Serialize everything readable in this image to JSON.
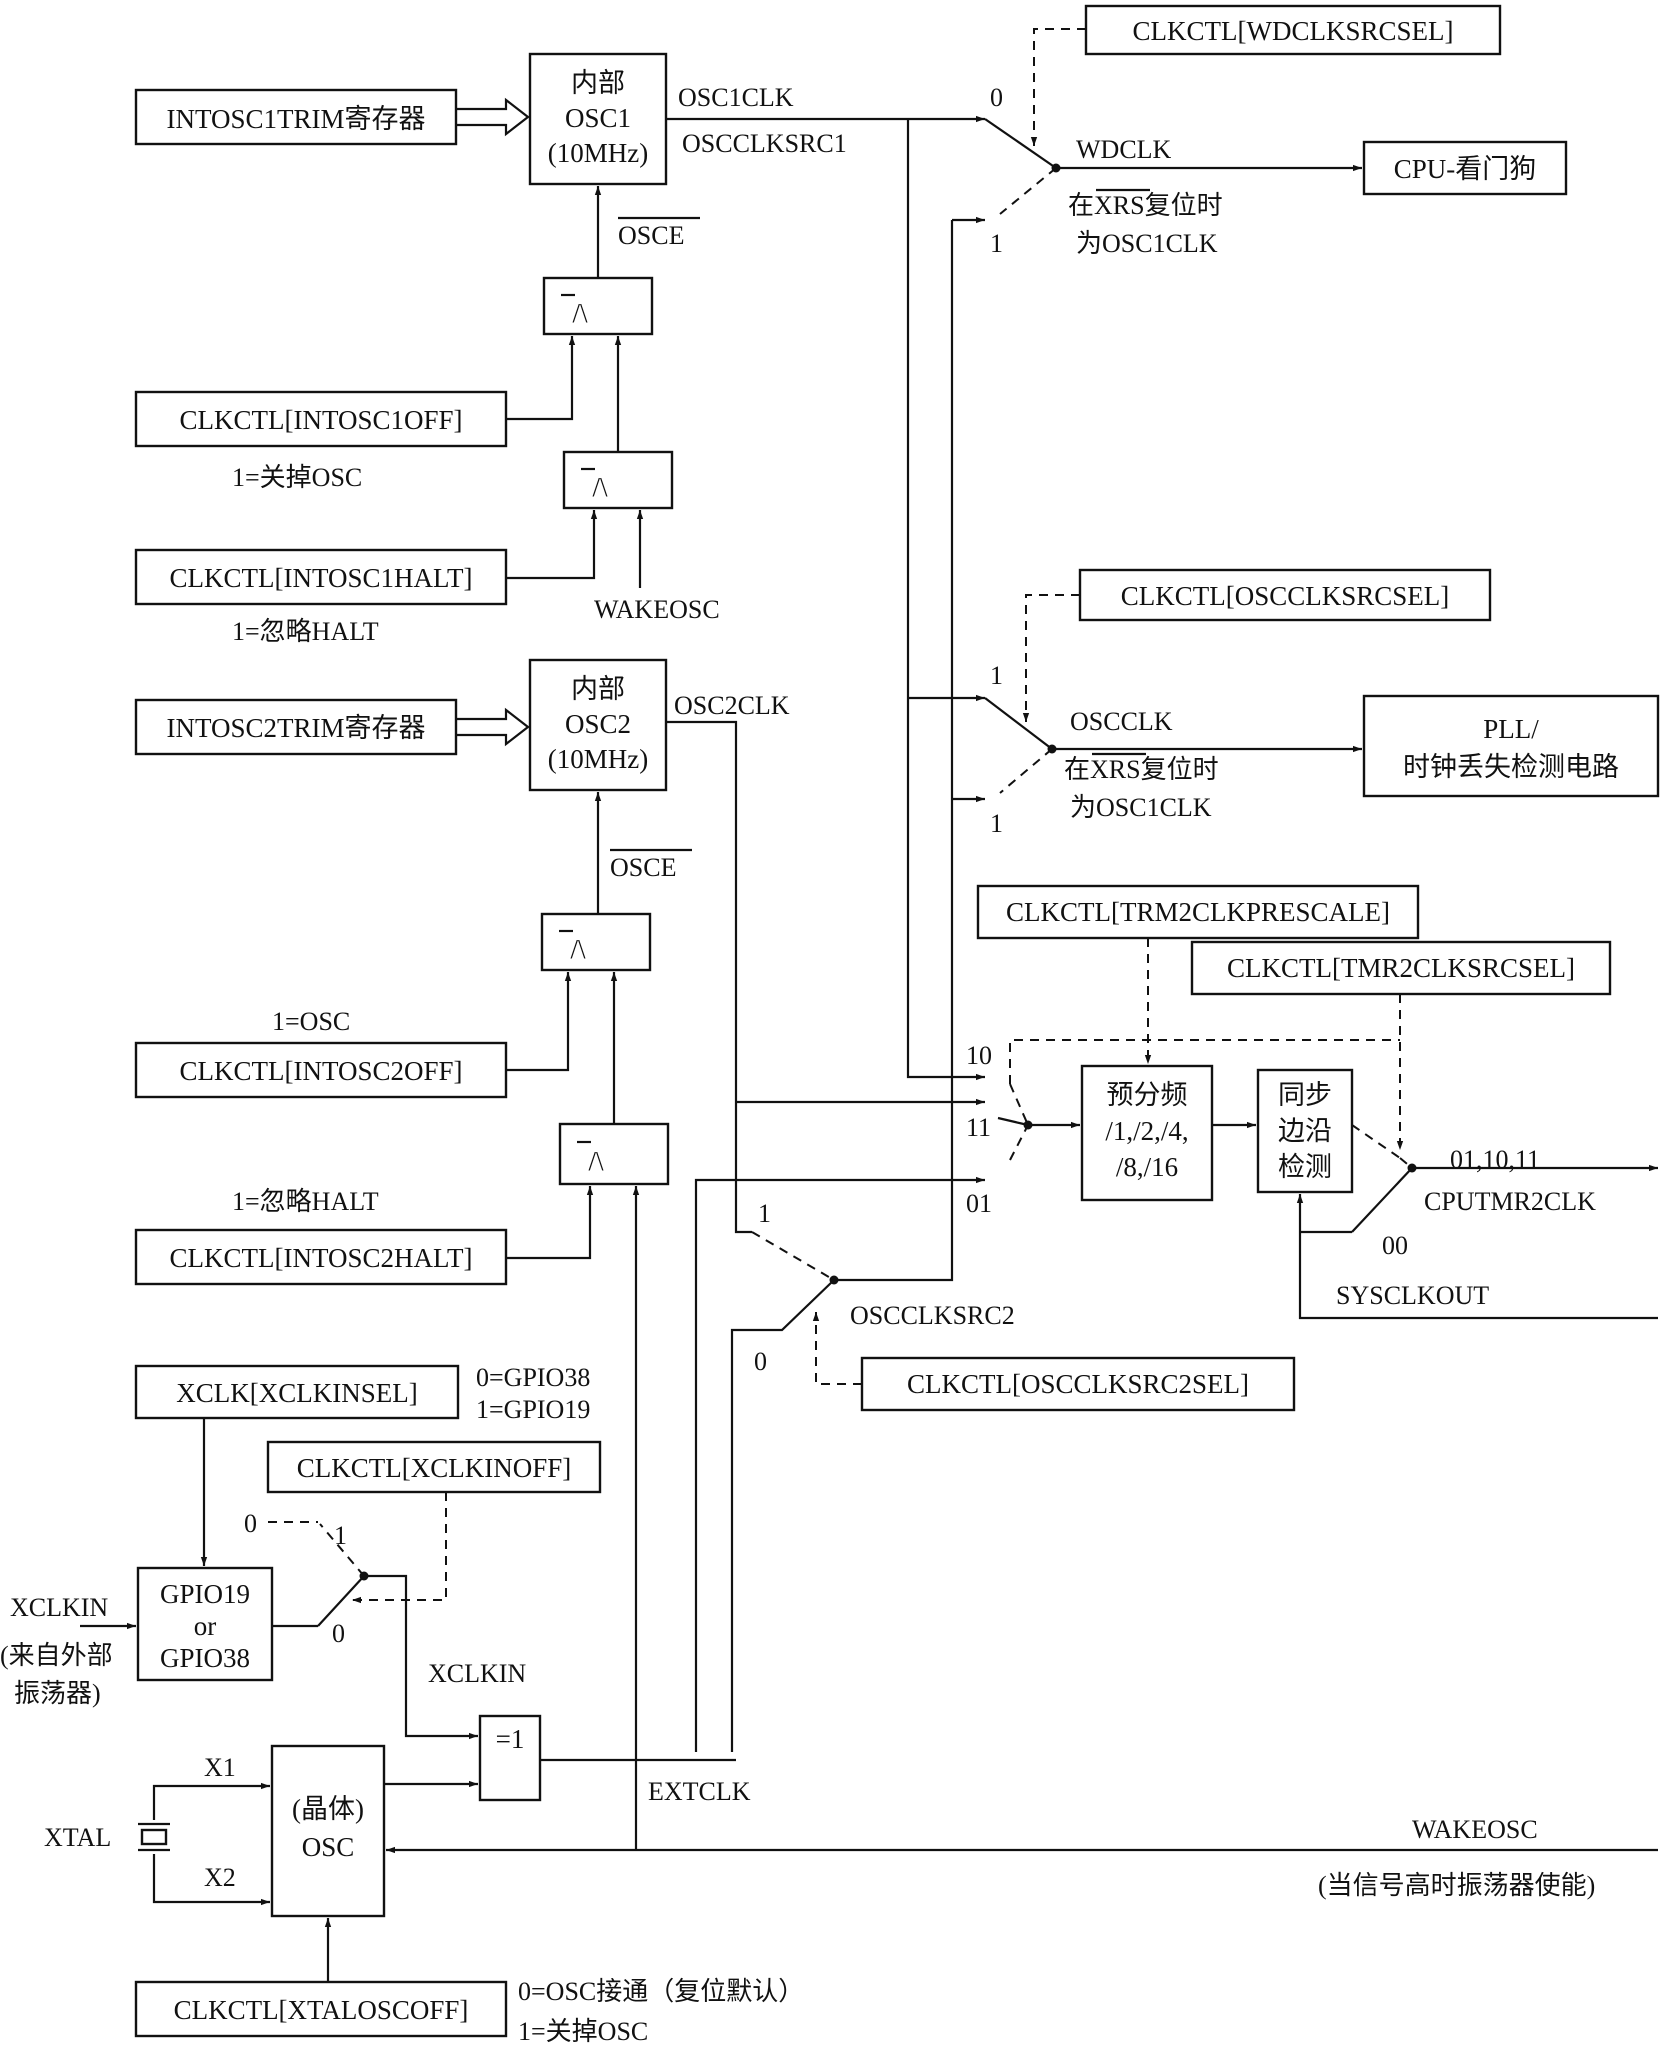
{
  "diagram": {
    "boxes": {
      "intosc1trim": "INTOSC1TRIM寄存器",
      "osc1_l1": "内部",
      "osc1_l2": "OSC1",
      "osc1_l3": "(10MHz)",
      "intosc1off": "CLKCTL[INTOSC1OFF]",
      "intosc1halt": "CLKCTL[INTOSC1HALT]",
      "intosc2trim": "INTOSC2TRIM寄存器",
      "osc2_l1": "内部",
      "osc2_l2": "OSC2",
      "osc2_l3": "(10MHz)",
      "intosc2off": "CLKCTL[INTOSC2OFF]",
      "intosc2halt": "CLKCTL[INTOSC2HALT]",
      "xclkinsel": "XCLK[XCLKINSEL]",
      "xclkinoff": "CLKCTL[XCLKINOFF]",
      "gpio_l1": "GPIO19",
      "gpio_l2": "or",
      "gpio_l3": "GPIO38",
      "xtal_osc_l1": "(晶体)",
      "xtal_osc_l2": "OSC",
      "xor_gate": "=1",
      "xtalosc_off": "CLKCTL[XTALOSCOFF]",
      "wdclksrcsel": "CLKCTL[WDCLKSRCSEL]",
      "cpu_wd": "CPU-看门狗",
      "oscclksrcsel": "CLKCTL[OSCCLKSRCSEL]",
      "pll_l1": "PLL/",
      "pll_l2": "时钟丢失检测电路",
      "trm2clkprescale": "CLKCTL[TRM2CLKPRESCALE]",
      "tmr2clksrcsel": "CLKCTL[TMR2CLKSRCSEL]",
      "prescale_l1": "预分频",
      "prescale_l2": "/1,/2,/4,",
      "prescale_l3": "/8,/16",
      "sync_l1": "同步",
      "sync_l2": "边沿",
      "sync_l3": "检测",
      "oscclksrc2sel": "CLKCTL[OSCCLKSRC2SEL]",
      "nand_gate": "/\\"
    },
    "labels": {
      "osc1clk": "OSC1CLK",
      "oscclksrc1": "OSCCLKSRC1",
      "osce": "OSCE",
      "osc1off_note": "1=关掉OSC",
      "osc1halt_note": "1=忽略HALT",
      "wakeosc_mid": "WAKEOSC",
      "osc2clk": "OSC2CLK",
      "osc2off_note": "1=OSC",
      "osc2halt_note": "1=忽略HALT",
      "wd_in0": "0",
      "wd_in1": "1",
      "wdclk": "WDCLK",
      "xrs_pre": "在",
      "xrs": "XRS",
      "xrs_post": "复位时",
      "reset_osc1clk": "为OSC1CLK",
      "oscclk_in1_top": "1",
      "oscclk_in1_bot": "1",
      "oscclk": "OSCCLK",
      "mux_10": "10",
      "mux_11": "11",
      "mux_01": "01",
      "out_sel": "01,10,11",
      "cputmr2clk": "CPUTMR2CLK",
      "sel_00": "00",
      "sysclkout": "SYSCLKOUT",
      "src2_1": "1",
      "src2_0": "0",
      "oscclksrc2": "OSCCLKSRC2",
      "gpio38_note": "0=GPIO38",
      "gpio19_note": "1=GPIO19",
      "xclkin_sw0_left": "0",
      "xclkin_sw1": "1",
      "xclkin_sw0": "0",
      "xclkin_in": "XCLKIN",
      "xclkin_src1": "(来自外部",
      "xclkin_src2": "振荡器)",
      "xclkin_mid": "XCLKIN",
      "x1": "X1",
      "x2": "X2",
      "xtal": "XTAL",
      "extclk": "EXTCLK",
      "wakeosc_bottom": "WAKEOSC",
      "wakeosc_note": "(当信号高时振荡器使能)",
      "xtal_note1": "0=OSC接通（复位默认）",
      "xtal_note2": "1=关掉OSC"
    }
  }
}
